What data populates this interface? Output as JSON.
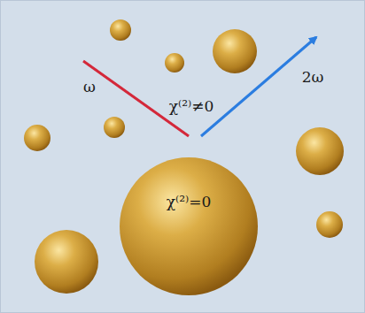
{
  "diagram": {
    "nodes": [
      {
        "text": [
          "χ⁽²⁾=0"
        ]
      }
    ],
    "labels": [
      "ω",
      "χ⁽²⁾≠0",
      "2ω"
    ]
  }
}
